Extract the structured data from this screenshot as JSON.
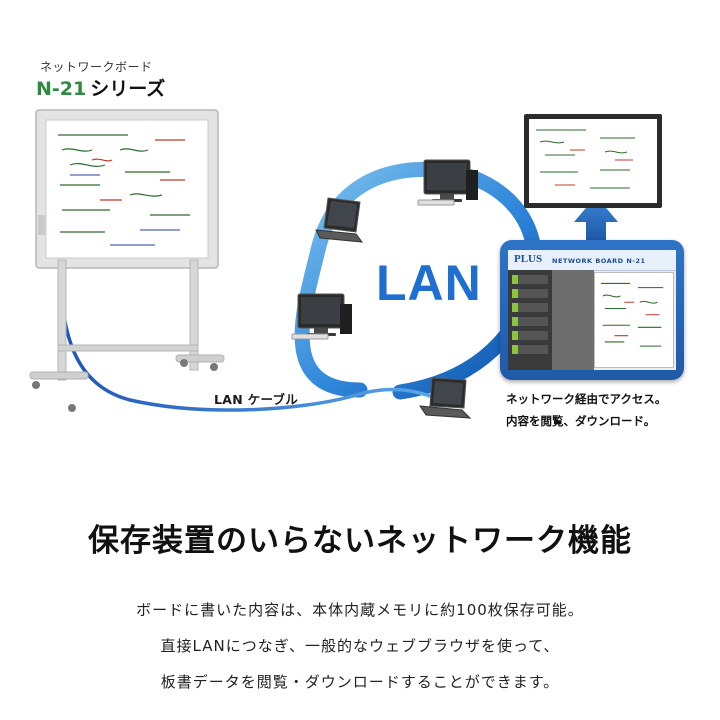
{
  "product": {
    "subtitle": "ネットワークボード",
    "model": "N-21",
    "series": "シリーズ"
  },
  "diagram": {
    "lan_label": "LAN",
    "cable_label": "LAN ケーブル",
    "browser": {
      "brand": "PLUS",
      "heading": "NETWORK BOARD N-21"
    },
    "access_lines": [
      "ネットワーク経由でアクセス。",
      "内容を閲覧、ダウンロード。"
    ]
  },
  "colors": {
    "lan_blue": "#1e6fd0",
    "model_green": "#2d8a3e",
    "panel_blue": "#1e5aa8"
  },
  "heading": "保存装置のいらないネットワーク機能",
  "description": [
    "ボードに書いた内容は、本体内蔵メモリに約100枚保存可能。",
    "直接LANにつなぎ、一般的なウェブブラウザを使って、",
    "板書データを閲覧・ダウンロードすることができます。"
  ]
}
